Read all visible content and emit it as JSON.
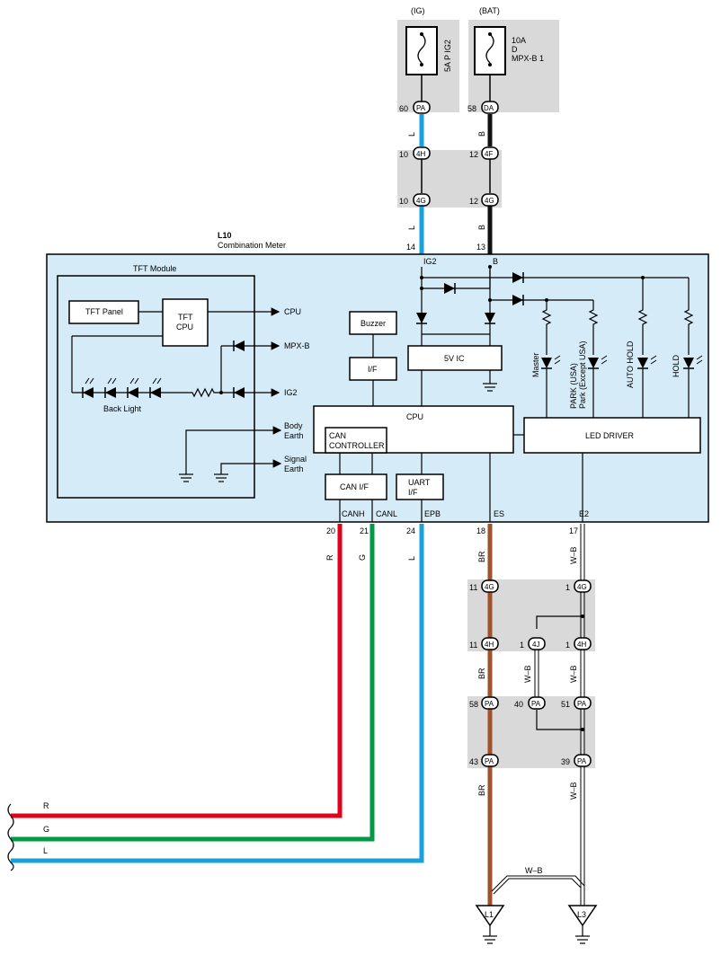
{
  "fuses": {
    "ig_label": "(IG)",
    "bat_label": "(BAT)",
    "ig_fuse": "5A P IG2",
    "bat_fuse_amp": "10A",
    "bat_fuse_d": "D",
    "bat_fuse_name": "MPX-B 1"
  },
  "connectors": {
    "pa_top_pin": "60",
    "pa": "PA",
    "da_pin": "58",
    "da": "DA",
    "h4": "4H",
    "f4": "4F",
    "g4": "4G",
    "j4": "4J",
    "pin10a": "10",
    "pin10b": "10",
    "pin12a": "12",
    "pin12b": "12",
    "pin14": "14",
    "pin13": "13"
  },
  "wires": {
    "L": "L",
    "B": "B",
    "R": "R",
    "G": "G",
    "BR": "BR",
    "WB": "W–B"
  },
  "meter": {
    "code": "L10",
    "name": "Combination Meter",
    "ig2": "IG2",
    "b": "B",
    "tft_module": "TFT Module",
    "tft_panel": "TFT Panel",
    "tft_cpu_1": "TFT",
    "tft_cpu_2": "CPU",
    "cpu_out": "CPU",
    "mpxb": "MPX-B",
    "ig2_in": "IG2",
    "back_light": "Back Light",
    "body_earth_1": "Body",
    "body_earth_2": "Earth",
    "signal_earth_1": "Signal",
    "signal_earth_2": "Earth",
    "buzzer": "Buzzer",
    "if": "I/F",
    "ic5v": "5V IC",
    "cpu": "CPU",
    "can_ctrl_1": "CAN",
    "can_ctrl_2": "CONTROLLER",
    "can_if": "CAN I/F",
    "uart_1": "UART",
    "uart_2": "I/F",
    "led_driver": "LED DRIVER",
    "led_master": "Master",
    "led_park_1": "PARK (USA)",
    "led_park_2": "Park (Except USA)",
    "led_auto": "AUTO HOLD",
    "led_hold": "HOLD",
    "canh": "CANH",
    "canl": "CANL",
    "epb": "EPB",
    "es": "ES",
    "e2": "E2"
  },
  "pins_bottom": {
    "p20": "20",
    "p21": "21",
    "p24": "24",
    "p18": "18",
    "p17": "17",
    "p11a": "11",
    "p1a": "1",
    "p11b": "11",
    "p1b": "1",
    "p1c": "1",
    "p58": "58",
    "p40": "40",
    "p51": "51",
    "p43": "43",
    "p39": "39"
  },
  "grounds": {
    "l1": "L1",
    "l3": "L3"
  },
  "colors": {
    "blue": "#1aa0dc",
    "red": "#e3001b",
    "green": "#009a44",
    "brown": "#a0522d",
    "black": "#111111",
    "panel": "#d5ebf7",
    "gray": "#d9d9d9"
  }
}
